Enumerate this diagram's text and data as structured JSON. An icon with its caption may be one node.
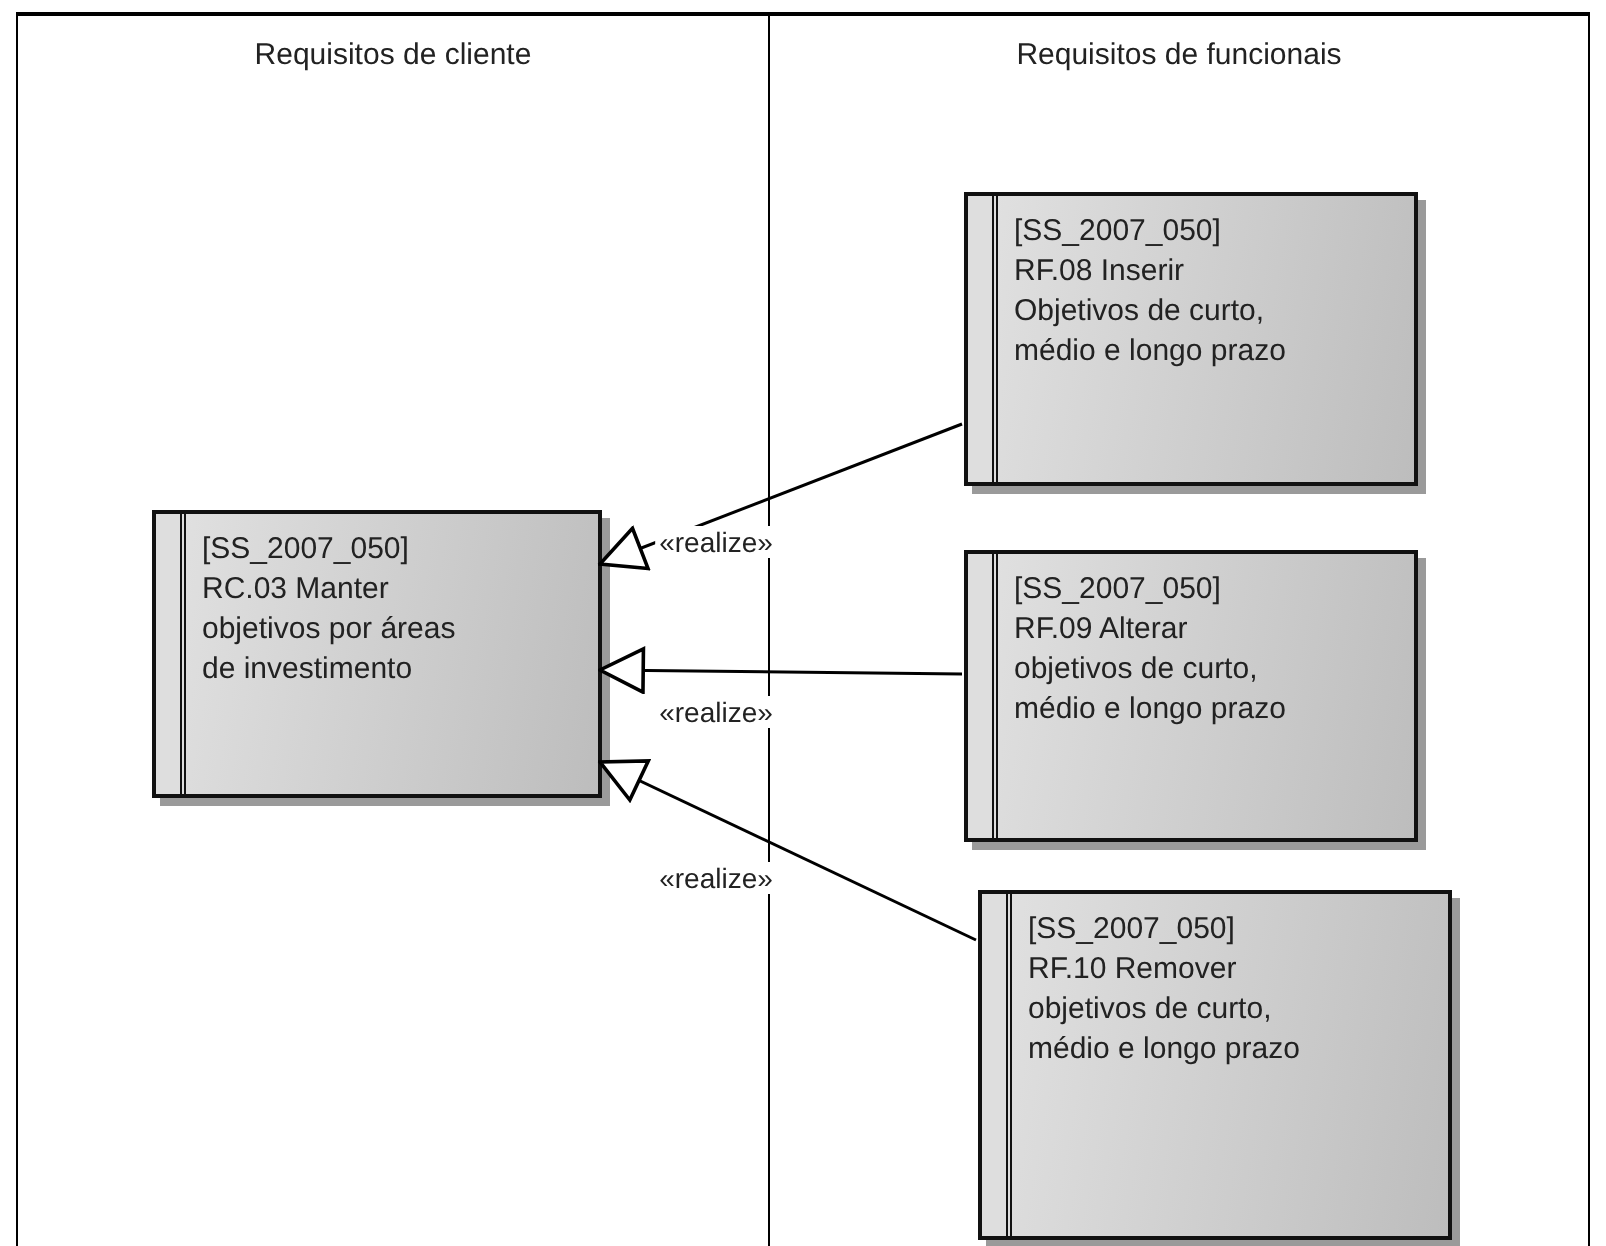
{
  "diagram": {
    "nodes": [
      {
        "text": [
          "Requisitos de cliente"
        ]
      },
      {
        "text": [
          "Requisitos de funcionais"
        ]
      },
      {
        "text": [
          "[SS_2007_050] RC.03 Manter objetivos por áreas de investimento"
        ],
        "in": 0
      },
      {
        "text": [
          "[SS_2007_050] RF.08 Inserir Objetivos de curto, médio e longo prazo"
        ],
        "in": 1
      },
      {
        "text": [
          "[SS_2007_050] RF.09 Alterar objetivos de curto, médio e longo prazo"
        ],
        "in": 1
      },
      {
        "text": [
          "[SS_2007_050] RF.10 Remover objetivos de curto, médio e longo prazo"
        ],
        "in": 1
      }
    ],
    "edges": [
      {
        "from": 3,
        "to": 2,
        "arrow": "to",
        "label": "«realize»"
      },
      {
        "from": 4,
        "to": 2,
        "arrow": "to",
        "label": "«realize»"
      },
      {
        "from": 5,
        "to": 2,
        "arrow": "to",
        "label": "«realize»"
      }
    ]
  }
}
